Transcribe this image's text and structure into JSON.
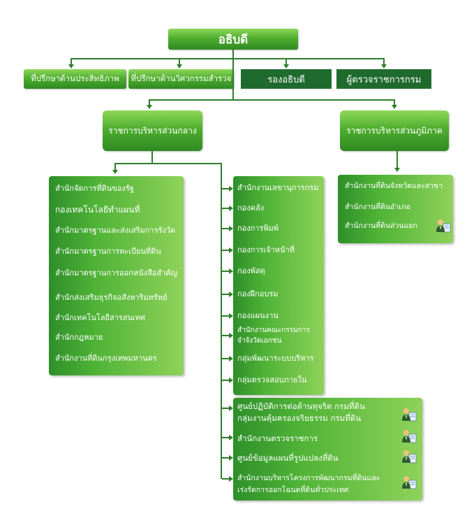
{
  "top": {
    "title": "อธิบดี"
  },
  "level1": {
    "advisor_efficiency": "ที่ปรึกษาด้านประสิทธิภาพ",
    "advisor_engineering": "ที่ปรึกษาด้านวิศวกรรมสำรวจ",
    "deputy": "รองอธิบดี",
    "inspector": "ผู้ตรวจราชการกรม"
  },
  "level2": {
    "central": "ราชการบริหารส่วนกลาง",
    "regional": "ราชการบริหารส่วนภูมิภาค"
  },
  "central_left": [
    "สำนักจัดการที่ดินของรัฐ",
    "กองเทคโนโลยีทำแผนที่",
    "สำนักมาตรฐานและส่งเสริมการรังวัด",
    "สำนักมาตรฐานการทะเบียนที่ดิน",
    "สำนักมาตรฐานการออกหนังสือสำคัญ",
    "สำนักส่งเสริมธุรกิจอสังหาริมทรัพย์",
    "สำนักเทคโนโลยีสารสนเทศ",
    "สำนักกฎหมาย",
    "สำนักงานที่ดินกรุงเทพมหานคร"
  ],
  "central_right": [
    "สำนักงานเลขานุการกรม",
    "กองคลัง",
    "กองการพิมพ์",
    "กองการเจ้าหน้าที่",
    "กองพัสดุ",
    "กองฝึกอบรม",
    "กองแผนงาน",
    "สำนักงานคณะกรรมการ",
    "จำจังวัดเอกชน",
    "กลุ่มพัฒนาระบบบริหาร",
    "กลุ่มตรวจสอบภายใน"
  ],
  "central_bottom": [
    "ศูนย์ปฏิบัติการต่อต้านทุจริต กรมที่ดิน",
    "กลุ่มงานคุ้มครองจริยธรรม กรมที่ดิน",
    "สำนักงานตรวจราชการ",
    "ศูนย์ข้อมูลแผนที่รูปแปลงที่ดิน",
    "สำนักงานบริหารโครงการพัฒนากรมที่ดินและ",
    "เร่งรัดการออกโฉนดที่ดินทั่วประเทศ"
  ],
  "regional_items": [
    "สำนักงานที่ดินจังหวัดและสาขา",
    "สำนักงานที่ดินอำเภอ",
    "สำนักงานที่ดินส่วนแยก"
  ],
  "icons": {
    "person": "person-document-icon"
  },
  "colors": {
    "line": "#2f7d2a",
    "dark_box": "#1f6b2e",
    "green_light": "#8fd85a",
    "green_dark": "#2f8a22"
  }
}
